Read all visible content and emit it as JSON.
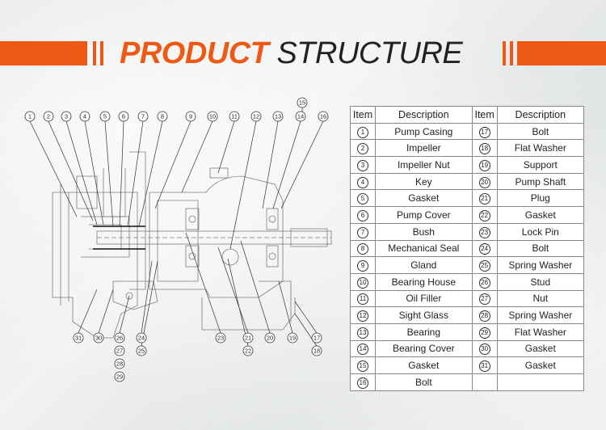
{
  "banner": {
    "title_accent": "PRODUCT",
    "title_rest": "STRUCTURE"
  },
  "table": {
    "col_item": "Item",
    "col_description": "Description",
    "rows": [
      {
        "left_no": "1",
        "left_desc": "Pump Casing",
        "right_no": "17",
        "right_desc": "Bolt"
      },
      {
        "left_no": "2",
        "left_desc": "Impeller",
        "right_no": "18",
        "right_desc": "Flat Washer"
      },
      {
        "left_no": "3",
        "left_desc": "Impeller Nut",
        "right_no": "19",
        "right_desc": "Support"
      },
      {
        "left_no": "4",
        "left_desc": "Key",
        "right_no": "20",
        "right_desc": "Pump Shaft"
      },
      {
        "left_no": "5",
        "left_desc": "Gasket",
        "right_no": "21",
        "right_desc": "Plug"
      },
      {
        "left_no": "6",
        "left_desc": "Pump Cover",
        "right_no": "22",
        "right_desc": "Gasket"
      },
      {
        "left_no": "7",
        "left_desc": "Bush",
        "right_no": "23",
        "right_desc": "Lock Pin"
      },
      {
        "left_no": "8",
        "left_desc": "Mechanical Seal",
        "right_no": "24",
        "right_desc": "Bolt"
      },
      {
        "left_no": "9",
        "left_desc": "Gland",
        "right_no": "25",
        "right_desc": "Spring Washer"
      },
      {
        "left_no": "10",
        "left_desc": "Bearing House",
        "right_no": "26",
        "right_desc": "Stud"
      },
      {
        "left_no": "11",
        "left_desc": "Oil Filler",
        "right_no": "27",
        "right_desc": "Nut"
      },
      {
        "left_no": "12",
        "left_desc": "Sight Glass",
        "right_no": "28",
        "right_desc": "Spring Washer"
      },
      {
        "left_no": "13",
        "left_desc": "Bearing",
        "right_no": "29",
        "right_desc": "Flat Washer"
      },
      {
        "left_no": "14",
        "left_desc": "Bearing Cover",
        "right_no": "30",
        "right_desc": "Gasket"
      },
      {
        "left_no": "15",
        "left_desc": "Gasket",
        "right_no": "31",
        "right_desc": "Gasket"
      },
      {
        "left_no": "16",
        "left_desc": "Bolt",
        "right_no": "",
        "right_desc": ""
      }
    ]
  },
  "diagram_callouts": {
    "top": [
      "1",
      "2",
      "3",
      "4",
      "5",
      "6",
      "7",
      "8",
      "9",
      "10",
      "11",
      "12",
      "13",
      "14",
      "15",
      "16"
    ],
    "bottom": [
      "31",
      "30",
      "26",
      "27",
      "28",
      "29",
      "24",
      "25",
      "23",
      "21",
      "22",
      "20",
      "19",
      "17",
      "18"
    ]
  },
  "colors": {
    "accent": "#ee5a16",
    "text": "#222222"
  }
}
